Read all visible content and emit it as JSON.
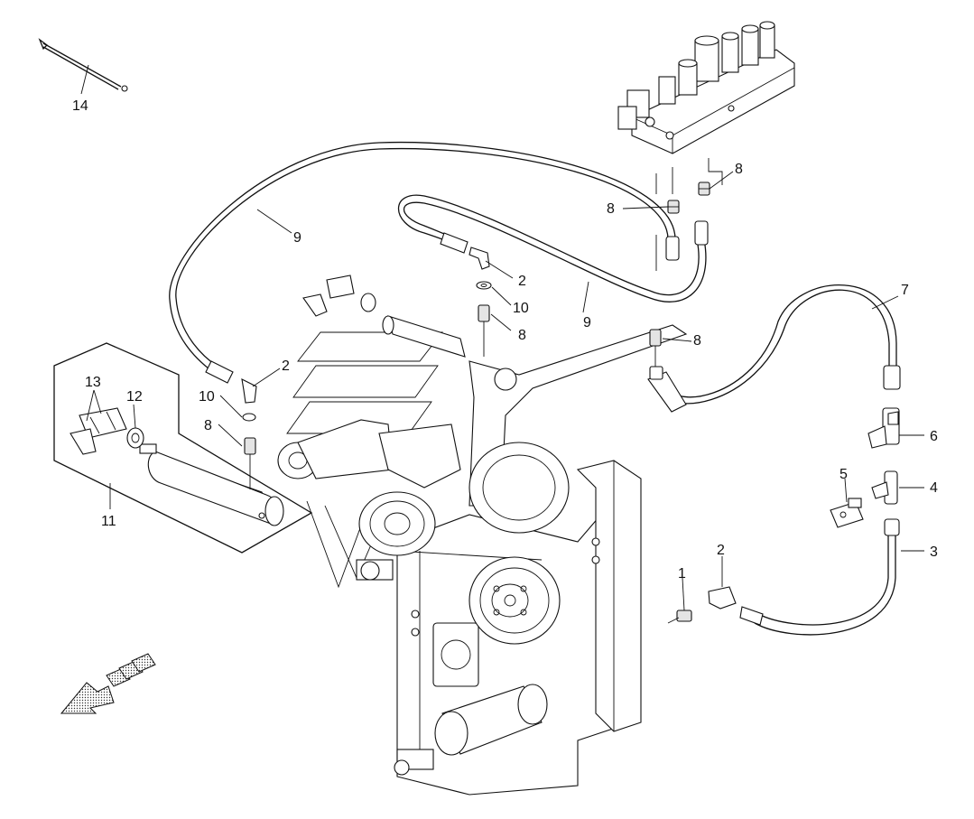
{
  "callouts": [
    {
      "id": "c14a",
      "text": "14"
    },
    {
      "id": "c9a",
      "text": "9"
    },
    {
      "id": "c9b",
      "text": "9"
    },
    {
      "id": "c8a",
      "text": "8"
    },
    {
      "id": "c8b",
      "text": "8"
    },
    {
      "id": "c8c",
      "text": "8"
    },
    {
      "id": "c8d",
      "text": "8"
    },
    {
      "id": "c8e",
      "text": "8"
    },
    {
      "id": "c2a",
      "text": "2"
    },
    {
      "id": "c2b",
      "text": "2"
    },
    {
      "id": "c2c",
      "text": "2"
    },
    {
      "id": "c10a",
      "text": "10"
    },
    {
      "id": "c10b",
      "text": "10"
    },
    {
      "id": "c13",
      "text": "13"
    },
    {
      "id": "c12",
      "text": "12"
    },
    {
      "id": "c11",
      "text": "11"
    },
    {
      "id": "c7",
      "text": "7"
    },
    {
      "id": "c6",
      "text": "6"
    },
    {
      "id": "c5",
      "text": "5"
    },
    {
      "id": "c4",
      "text": "4"
    },
    {
      "id": "c3",
      "text": "3"
    },
    {
      "id": "c1",
      "text": "1"
    }
  ],
  "icons": {
    "direction_arrow": "forward-direction-arrow-icon"
  }
}
